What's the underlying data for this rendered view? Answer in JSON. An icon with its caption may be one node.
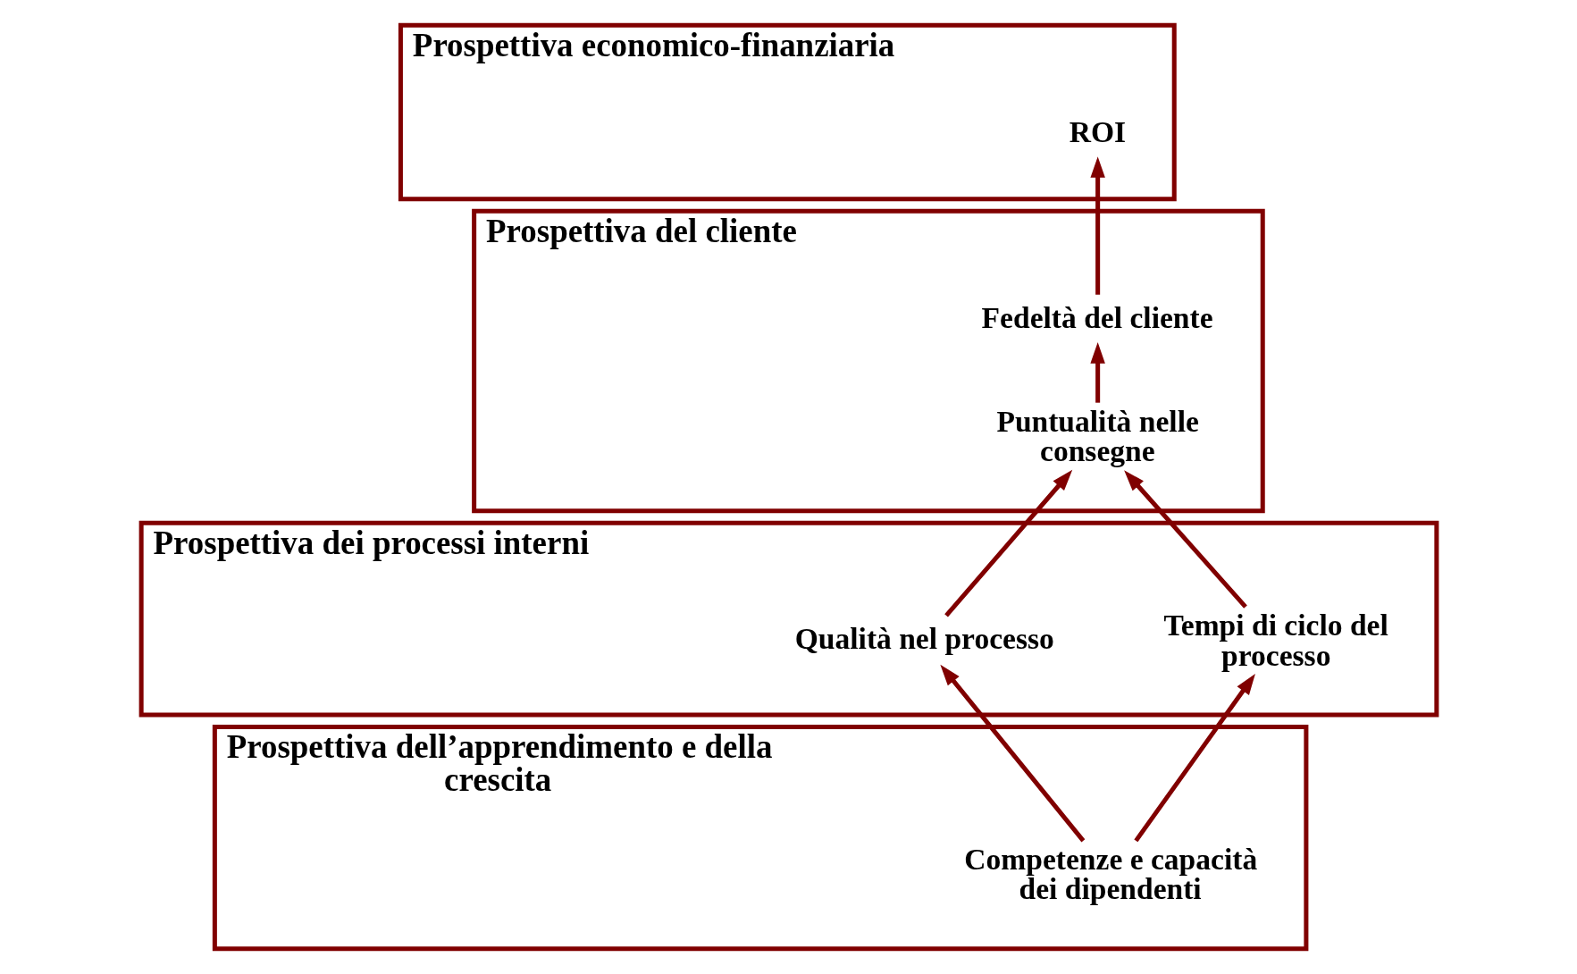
{
  "diagram": {
    "nodes": [
      {
        "text": [
          "Prospettiva economico-finanziaria"
        ]
      },
      {
        "text": [
          "ROI"
        ],
        "in": 0
      },
      {
        "text": [
          "Prospettiva del cliente"
        ]
      },
      {
        "text": [
          "Fedeltà del cliente"
        ],
        "in": 2
      },
      {
        "text": [
          "Puntualità nelle consegne"
        ],
        "in": 2
      },
      {
        "text": [
          "Prospettiva dei processi interni"
        ]
      },
      {
        "text": [
          "Qualità nel processo"
        ],
        "in": 5
      },
      {
        "text": [
          "Tempi di ciclo del processo"
        ],
        "in": 5
      },
      {
        "text": [
          "Prospettiva dell’apprendimento e della crescita"
        ]
      },
      {
        "text": [
          "Competenze e capacità dei dipendenti"
        ],
        "in": 8
      }
    ],
    "edges": [
      {
        "from": 3,
        "to": 1,
        "arrow": "to"
      },
      {
        "from": 4,
        "to": 3,
        "arrow": "to"
      },
      {
        "from": 6,
        "to": 4,
        "arrow": "to"
      },
      {
        "from": 7,
        "to": 4,
        "arrow": "to"
      },
      {
        "from": 9,
        "to": 6,
        "arrow": "to"
      },
      {
        "from": 9,
        "to": 7,
        "arrow": "to"
      }
    ]
  }
}
